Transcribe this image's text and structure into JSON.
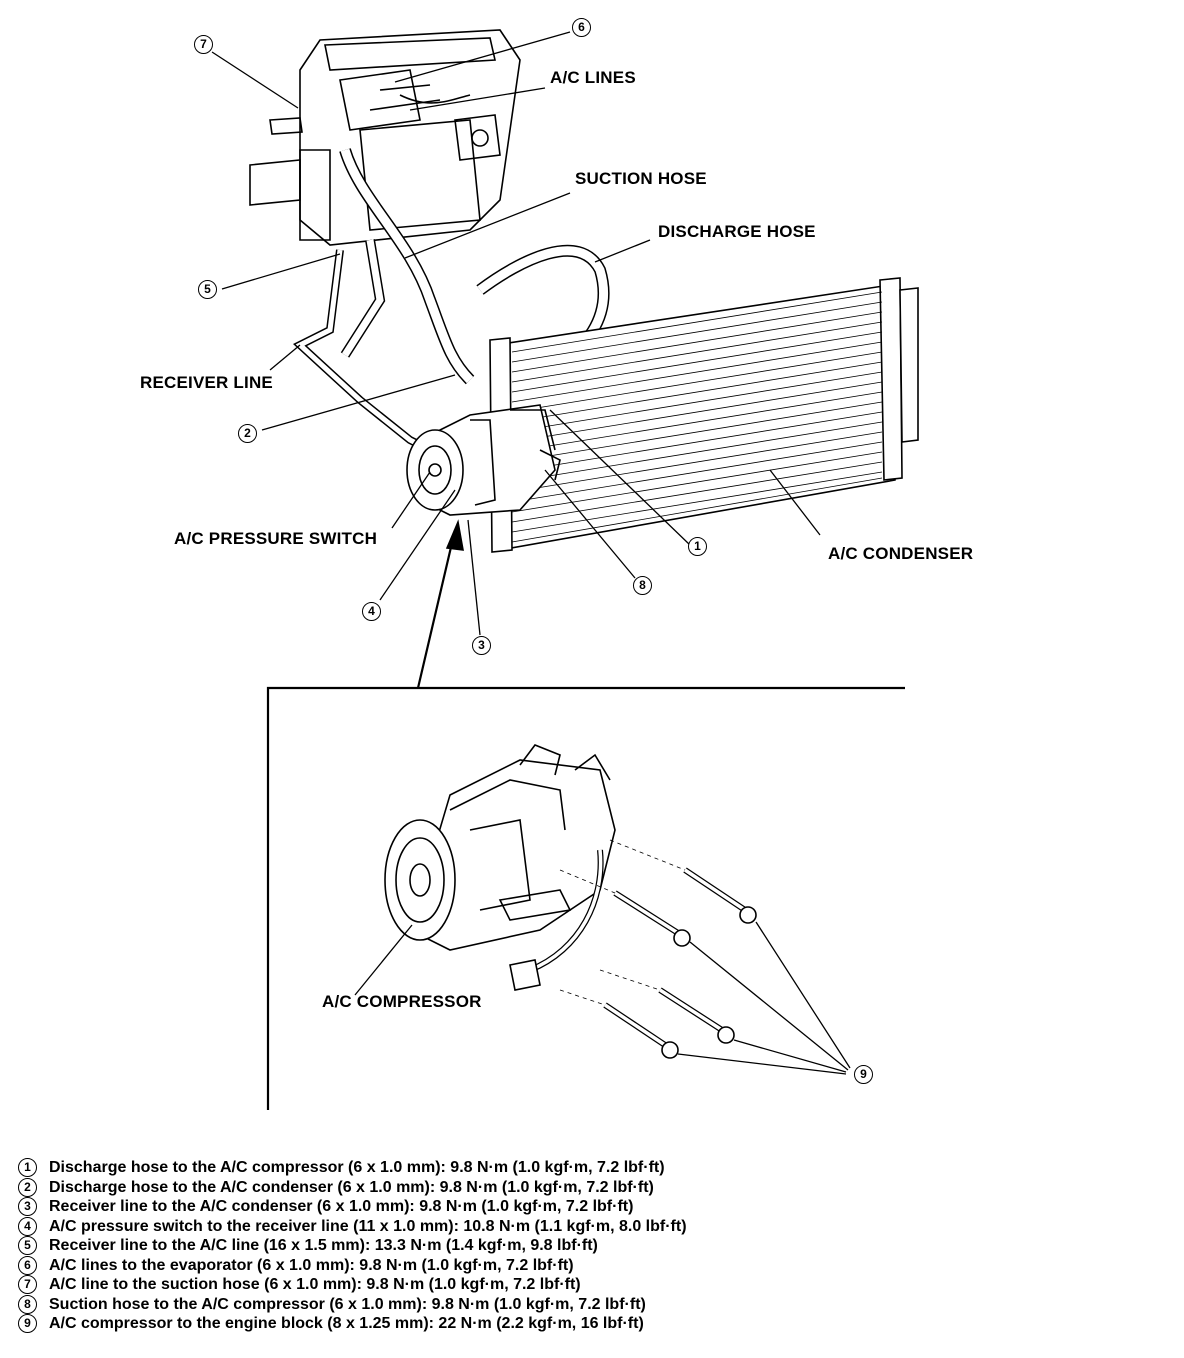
{
  "labels": {
    "ac_lines": "A/C LINES",
    "suction_hose": "SUCTION HOSE",
    "discharge_hose": "DISCHARGE HOSE",
    "receiver_line": "RECEIVER LINE",
    "ac_pressure_switch": "A/C PRESSURE SWITCH",
    "ac_condenser": "A/C CONDENSER",
    "ac_compressor": "A/C COMPRESSOR"
  },
  "callouts": [
    "1",
    "2",
    "3",
    "4",
    "5",
    "6",
    "7",
    "8",
    "9"
  ],
  "legend": [
    {
      "num": "1",
      "text": "Discharge hose to the A/C compressor (6 x 1.0 mm): 9.8 N·m (1.0 kgf·m, 7.2 lbf·ft)"
    },
    {
      "num": "2",
      "text": "Discharge hose to the A/C condenser (6 x 1.0 mm): 9.8 N·m (1.0 kgf·m, 7.2 lbf·ft)"
    },
    {
      "num": "3",
      "text": "Receiver line to the A/C condenser (6 x 1.0 mm): 9.8 N·m (1.0 kgf·m, 7.2 lbf·ft)"
    },
    {
      "num": "4",
      "text": "A/C pressure switch to the receiver line (11 x 1.0 mm): 10.8 N·m (1.1 kgf·m, 8.0 lbf·ft)"
    },
    {
      "num": "5",
      "text": "Receiver line to the A/C line (16 x 1.5 mm): 13.3 N·m (1.4 kgf·m, 9.8 lbf·ft)"
    },
    {
      "num": "6",
      "text": "A/C lines to the evaporator (6 x 1.0 mm): 9.8 N·m (1.0 kgf·m, 7.2 lbf·ft)"
    },
    {
      "num": "7",
      "text": "A/C line to the suction hose (6 x 1.0 mm): 9.8 N·m (1.0 kgf·m, 7.2 lbf·ft)"
    },
    {
      "num": "8",
      "text": "Suction hose to the A/C compressor (6 x 1.0 mm): 9.8 N·m (1.0 kgf·m, 7.2 lbf·ft)"
    },
    {
      "num": "9",
      "text": "A/C compressor to the engine block (8 x 1.25 mm): 22 N·m (2.2 kgf·m, 16 lbf·ft)"
    }
  ]
}
